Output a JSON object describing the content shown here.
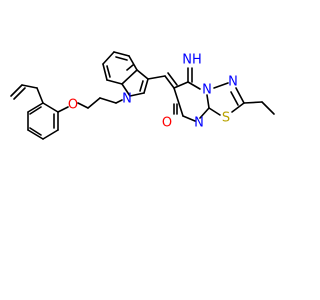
{
  "atoms": {
    "n_imine": "NH",
    "n_ring_top": "N",
    "n_ring_bottom": "N",
    "n_thiadiazole": "N",
    "s_thiadiazole": "S",
    "o_carbonyl": "O",
    "n_indole": "N",
    "o_ether": "O"
  },
  "colors": {
    "bond": "#000000",
    "nitrogen": "#0000ff",
    "oxygen": "#ff0000",
    "sulfur": "#b8a200",
    "background": "#ffffff"
  }
}
